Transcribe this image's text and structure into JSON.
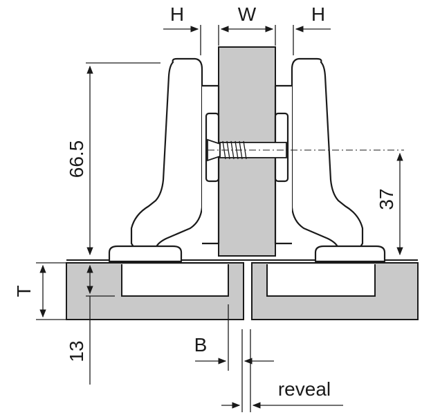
{
  "labels": {
    "h_left": "H",
    "w": "W",
    "h_right": "H",
    "dim_66_5": "66.5",
    "dim_37": "37",
    "t": "T",
    "dim_13": "13",
    "b": "B",
    "reveal": "reveal"
  },
  "colors": {
    "line": "#1a1a1a",
    "wood_fill": "#c9c9c9",
    "background": "#ffffff"
  }
}
